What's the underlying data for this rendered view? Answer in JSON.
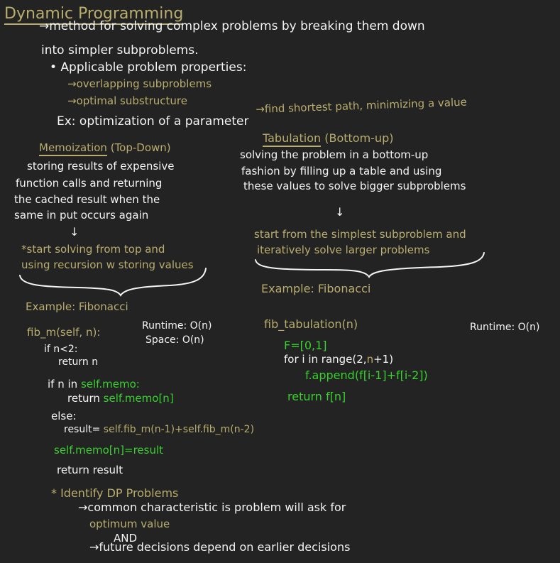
{
  "colors": {
    "white": "#f4f4f4",
    "olive": "#b9ad6e",
    "green": "#38d12f",
    "background": "#232323"
  },
  "title": "Dynamic Programming",
  "intro": {
    "line1": "→method for solving complex problems by breaking them down",
    "line2": "into simpler subproblems.",
    "props_header": "• Applicable problem properties:",
    "prop1": "→overlapping subproblems",
    "prop2": "→optimal substructure",
    "example_white": "Ex: optimization of a parameter",
    "example_olive": "→find shortest path, minimizing a value"
  },
  "memo": {
    "title": "Memoization",
    "title_paren": "(Top-Down)",
    "desc": [
      "storing results of expensive",
      "function calls and returning",
      "the cached result when the",
      "same in put occurs again"
    ],
    "arrow": "↓",
    "start": [
      "*start solving from top and",
      "using recursion w storing values"
    ],
    "example": "Example: Fibonacci",
    "code": {
      "sig": "fib_m(self, n):",
      "runtime": "Runtime: O(n)",
      "space": "Space: O(n)",
      "if1": "if n<2:",
      "ret_n": "return n",
      "if2_white": "if n in",
      "if2_green": "self.memo:",
      "ret2_white": "return",
      "ret2_green": "self.memo[n]",
      "else": "else:",
      "result_white": "result=",
      "result_olive": "self.fib_m(n-1)+self.fib_m(n-2)",
      "assign": "self.memo[n]=result",
      "return_result": "return result"
    }
  },
  "tab": {
    "title": "Tabulation",
    "title_paren": "(Bottom-up)",
    "desc": [
      "solving the problem in a bottom-up",
      "fashion by filling up a table and using",
      "these values to solve bigger subproblems"
    ],
    "arrow": "↓",
    "start": [
      "start from the simplest subproblem and",
      "iteratively solve larger problems"
    ],
    "example": "Example: Fibonacci",
    "code": {
      "sig": "fib_tabulation(n)",
      "runtime": "Runtime: O(n)",
      "f_init": "F=[0,1]",
      "for_a": "for i in range(2,",
      "for_n": "n",
      "for_b": "+1)",
      "append": "f.append(f[i-1]+f[i-2])",
      "return": "return f[n]"
    }
  },
  "identify": {
    "title": "* Identify DP Problems",
    "line1": "→common characteristic is problem will ask for",
    "line2": "optimum value",
    "and": "AND",
    "line3": "→future decisions depend on earlier decisions"
  }
}
